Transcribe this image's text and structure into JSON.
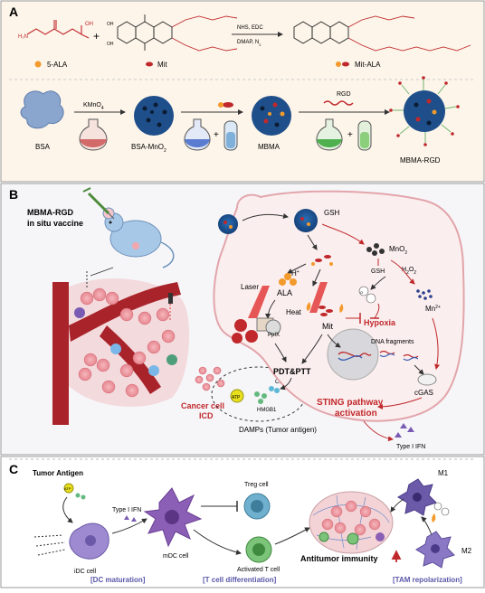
{
  "panel_a": {
    "letter": "A",
    "reagents": {
      "reaction_top": "NHS, EDC",
      "reaction_bottom": "DMAP, N",
      "reaction_bottom_sub": "2",
      "plus": "+"
    },
    "legend": {
      "ala": "5-ALA",
      "mit": "Mit",
      "mit_ala": "Mit-ALA"
    },
    "synthesis": {
      "bsa": "BSA",
      "reagent1": "KMnO",
      "reagent1_sub": "4",
      "bsa_mno2": "BSA-MnO",
      "bsa_mno2_sub": "2",
      "mbma": "MBMA",
      "rgd": "RGD",
      "mbma_rgd": "MBMA-RGD",
      "plus": "+"
    }
  },
  "panel_b": {
    "letter": "B",
    "vaccine_title_1": "MBMA-RGD",
    "vaccine_title_2": "in situ vaccine",
    "icd_1": "Cancer cell",
    "icd_2": "ICD",
    "gsh_top": "GSH",
    "mno2": "MnO",
    "mno2_sub": "2",
    "gsh_mid": "GSH",
    "h2o2_a": "H",
    "h2o2_sub1": "2",
    "h2o2_b": "O",
    "h2o2_sub2": "2",
    "mn": "Mn",
    "mn_sup": "2+",
    "hplus": "H",
    "hplus_sup": "+",
    "ala": "ALA",
    "laser": "Laser",
    "heat": "Heat",
    "mit": "Mit",
    "hypoxia": "Hypoxia",
    "ppix": "PpIX",
    "dna": "DNA fragments",
    "cgas": "cGAS",
    "pdt_ptt": "PDT&PTT",
    "sting_1": "STING pathway",
    "sting_2": "activation",
    "crt": "CRT",
    "atp": "ATP",
    "hmgb1": "HMGB1",
    "damps": "DAMPs (Tumor antigen)",
    "ifn": "Type I IFN",
    "o2": "O"
  },
  "panel_c": {
    "letter": "C",
    "tumor_antigen": "Tumor Antigen",
    "atp": "ATP",
    "ifn": "Type I IFN",
    "treg": "Treg cell",
    "mdc": "mDC cell",
    "idc": "iDC cell",
    "activated_t": "Activated T cell",
    "antitumor": "Antitumor immunity",
    "m1": "M1",
    "m2": "M2",
    "dc_maturation": "[DC maturation]",
    "t_diff": "[T cell differentiation]",
    "tam": "[TAM repolarization]"
  },
  "colors": {
    "panel_a_bg": "#fdf5ea",
    "panel_b_bg": "#f6f6f9",
    "red": "#c0282b",
    "blue_label": "#5a57a8",
    "orange": "#f39a2c",
    "cell_bg": "#fbeeee"
  }
}
